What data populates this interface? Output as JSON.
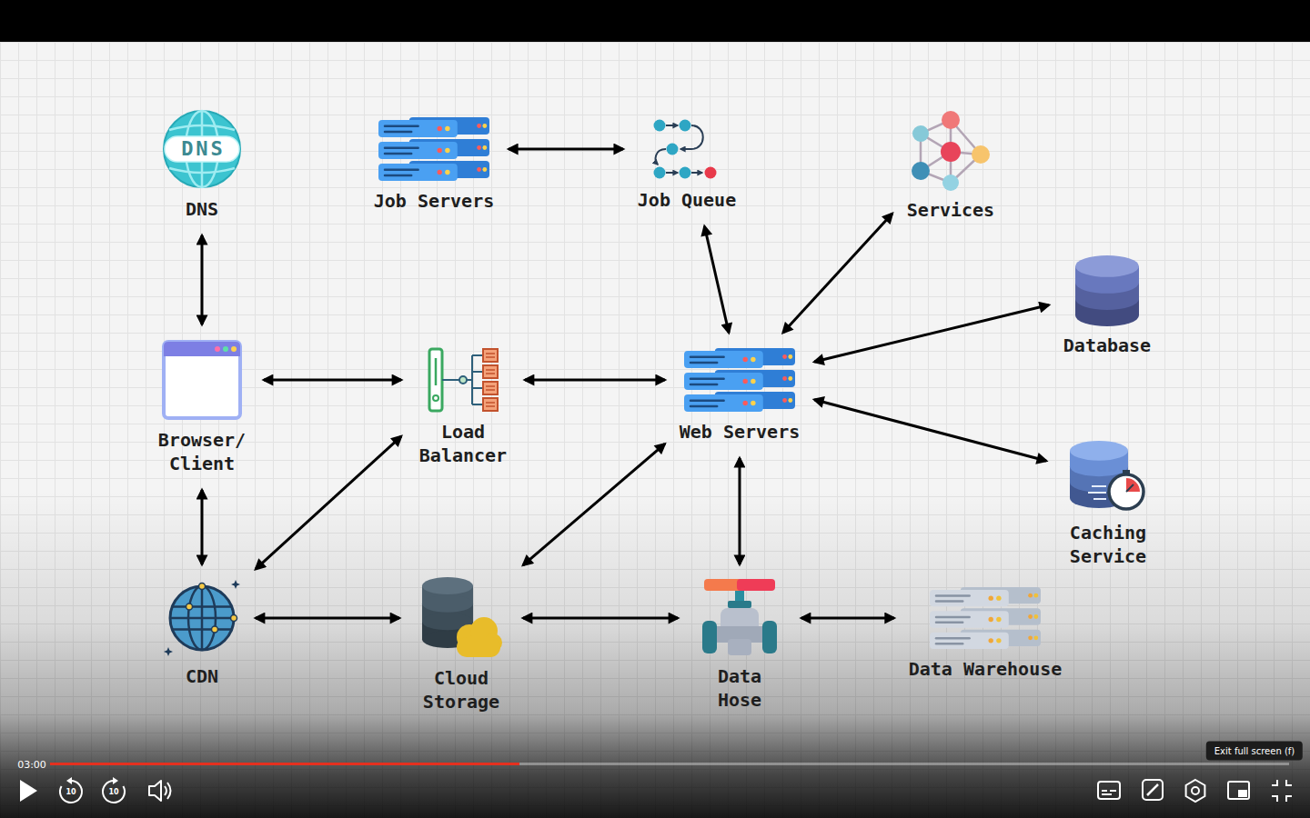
{
  "diagram": {
    "nodes": [
      {
        "text": [
          "DNS"
        ]
      },
      {
        "text": [
          "Job Servers"
        ]
      },
      {
        "text": [
          "Job Queue"
        ]
      },
      {
        "text": [
          "Services"
        ]
      },
      {
        "text": [
          "Database"
        ]
      },
      {
        "text": [
          "Browser/ Client"
        ]
      },
      {
        "text": [
          "Load Balancer"
        ]
      },
      {
        "text": [
          "Web Servers"
        ]
      },
      {
        "text": [
          "Caching Service"
        ]
      },
      {
        "text": [
          "CDN"
        ]
      },
      {
        "text": [
          "Cloud Storage"
        ]
      },
      {
        "text": [
          "Data Hose"
        ]
      },
      {
        "text": [
          "Data Warehouse"
        ]
      }
    ],
    "edges": [
      {
        "from": 0,
        "to": 5,
        "arrow": "both"
      },
      {
        "from": 1,
        "to": 2,
        "arrow": "both"
      },
      {
        "from": 2,
        "to": 7,
        "arrow": "both"
      },
      {
        "from": 7,
        "to": 3,
        "arrow": "both"
      },
      {
        "from": 7,
        "to": 4,
        "arrow": "both"
      },
      {
        "from": 5,
        "to": 6,
        "arrow": "both"
      },
      {
        "from": 6,
        "to": 7,
        "arrow": "both"
      },
      {
        "from": 7,
        "to": 8,
        "arrow": "both"
      },
      {
        "from": 5,
        "to": 9,
        "arrow": "both"
      },
      {
        "from": 9,
        "to": 6,
        "arrow": "both"
      },
      {
        "from": 7,
        "to": 10,
        "arrow": "both"
      },
      {
        "from": 7,
        "to": 11,
        "arrow": "both"
      },
      {
        "from": 9,
        "to": 10,
        "arrow": "both"
      },
      {
        "from": 10,
        "to": 11,
        "arrow": "both"
      },
      {
        "from": 11,
        "to": 12,
        "arrow": "both"
      }
    ],
    "labels": [
      "DNS",
      "03:00",
      "10",
      "10",
      "Exit full screen (f)"
    ]
  }
}
